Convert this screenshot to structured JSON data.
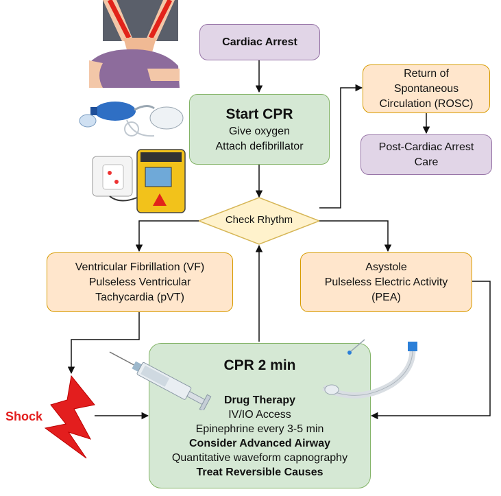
{
  "nodes": {
    "cardiac_arrest": "Cardiac Arrest",
    "start_cpr": {
      "title": "Start CPR",
      "lines": [
        "Give oxygen",
        "Attach defibrillator"
      ]
    },
    "rosc": [
      "Return of",
      "Spontaneous",
      "Circulation (ROSC)"
    ],
    "post_care": [
      "Post-Cardiac Arrest",
      "Care"
    ],
    "check_rhythm": "Check Rhythm",
    "vf": [
      "Ventricular Fibrillation (VF)",
      "Pulseless Ventricular",
      "Tachycardia (pVT)"
    ],
    "asystole": [
      "Asystole",
      "Pulseless Electric Activity",
      "(PEA)"
    ],
    "cpr2": {
      "title": "CPR 2 min",
      "drug_heading": "Drug Therapy",
      "access": "IV/IO Access",
      "epinephrine": "Epinephrine every 3-5 min",
      "airway_heading": "Consider Advanced Airway",
      "capnography": "Quantitative waveform capnography",
      "causes_heading": "Treat Reversible Causes"
    },
    "shock": "Shock"
  },
  "colors": {
    "purple_fill": "#e1d5e7",
    "purple_stroke": "#9673a6",
    "green_fill": "#d5e8d4",
    "green_stroke": "#82b366",
    "orange_fill": "#ffe6cc",
    "orange_stroke": "#d79b00",
    "diamond_fill": "#fff2cc",
    "diamond_stroke": "#d6b656",
    "shock_red": "#e31e1e"
  },
  "illustrations": [
    "cpr-hands-illustration",
    "bag-valve-mask-illustration",
    "aed-defibrillator-illustration",
    "syringe-illustration",
    "endotracheal-tube-illustration",
    "lightning-bolt-icon"
  ]
}
